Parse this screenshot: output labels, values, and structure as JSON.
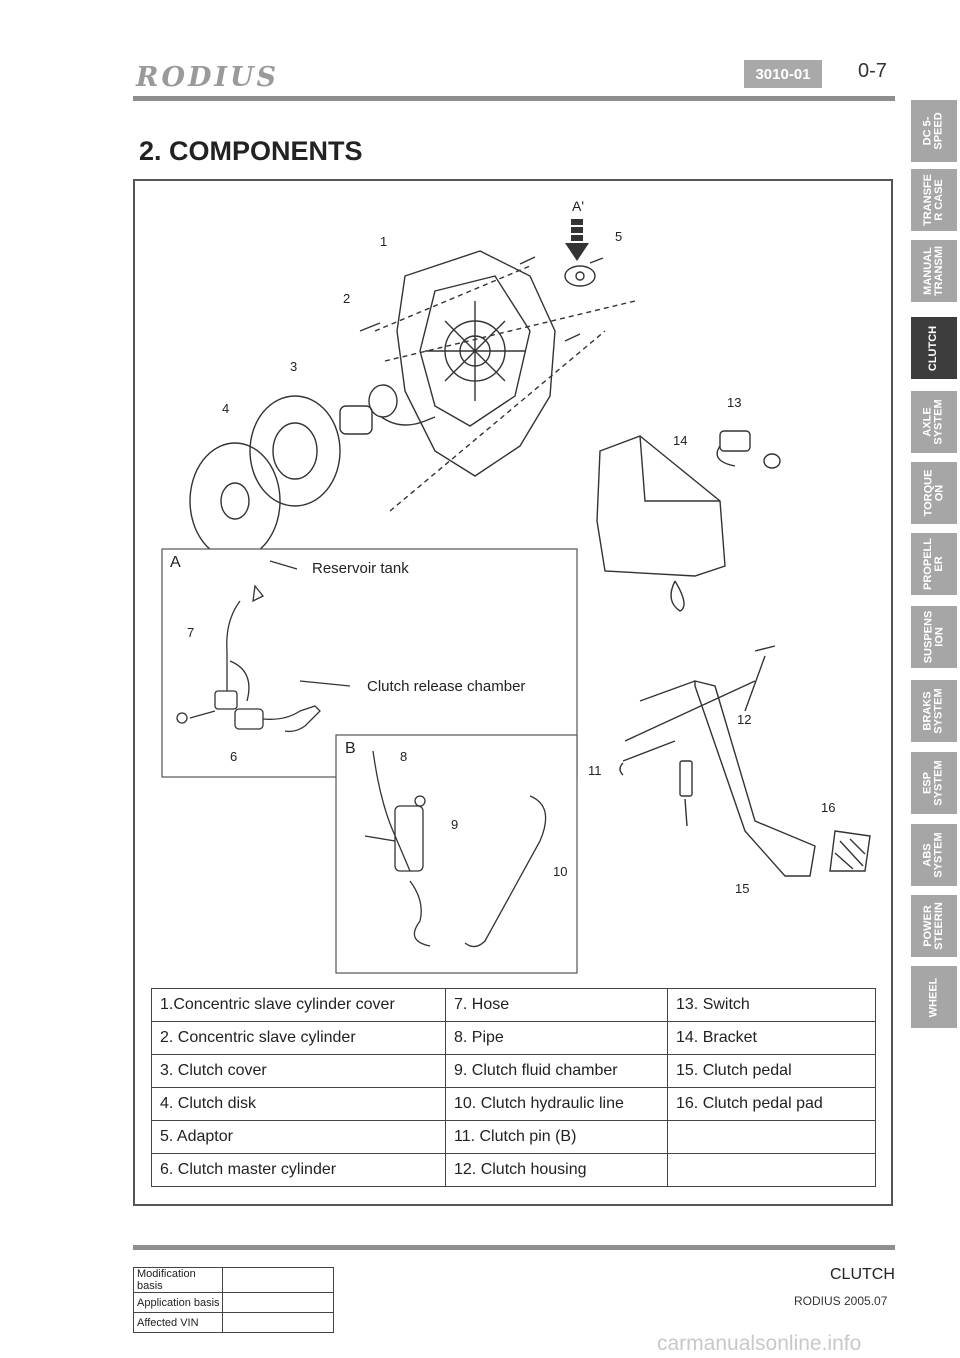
{
  "header": {
    "brand": "RODIUS",
    "code": "3010-01",
    "page": "0-7"
  },
  "heading": "2. COMPONENTS",
  "diagram": {
    "callouts": [
      "1",
      "2",
      "3",
      "4",
      "5",
      "6",
      "7",
      "8",
      "9",
      "10",
      "11",
      "12",
      "13",
      "14",
      "15",
      "16"
    ],
    "view_a_marker": "A'",
    "inset_a_label": "A",
    "inset_b_label": "B",
    "reservoir_label": "Reservoir tank",
    "release_chamber_label": "Clutch release chamber"
  },
  "legend": [
    [
      "1.Concentric slave cylinder cover",
      "7. Hose",
      "13. Switch"
    ],
    [
      "2. Concentric slave cylinder",
      "8. Pipe",
      "14. Bracket"
    ],
    [
      "3. Clutch cover",
      "9. Clutch fluid chamber",
      "15. Clutch pedal"
    ],
    [
      "4. Clutch disk",
      "10. Clutch hydraulic line",
      "16. Clutch pedal pad"
    ],
    [
      "5. Adaptor",
      "11. Clutch pin (B)",
      ""
    ],
    [
      "6. Clutch master cylinder",
      "12. Clutch housing",
      ""
    ]
  ],
  "side_tabs": [
    {
      "label": "DC 5-\nSPEED",
      "active": false
    },
    {
      "label": "TRANSFE\nR CASE",
      "active": false
    },
    {
      "label": "MANUAL\nTRANSMI",
      "active": false
    },
    {
      "label": "CLUTCH",
      "active": true
    },
    {
      "label": "AXLE\nSYSTEM",
      "active": false
    },
    {
      "label": "TORQUE\nON",
      "active": false
    },
    {
      "label": "PROPELL\nER",
      "active": false
    },
    {
      "label": "SUSPENS\nION",
      "active": false
    },
    {
      "label": "BRAKS\nSYSTEM",
      "active": false
    },
    {
      "label": "ESP\nSYSTEM",
      "active": false
    },
    {
      "label": "ABS\nSYSTEM",
      "active": false
    },
    {
      "label": "POWER\nSTEERIN",
      "active": false
    },
    {
      "label": "WHEEL",
      "active": false
    }
  ],
  "footer": {
    "title": "CLUTCH",
    "sub": "RODIUS 2005.07",
    "mod_table": [
      {
        "key": "Modification basis",
        "value": ""
      },
      {
        "key": "Application basis",
        "value": ""
      },
      {
        "key": "Affected VIN",
        "value": ""
      }
    ],
    "watermark": "carmanualsonline.info"
  }
}
